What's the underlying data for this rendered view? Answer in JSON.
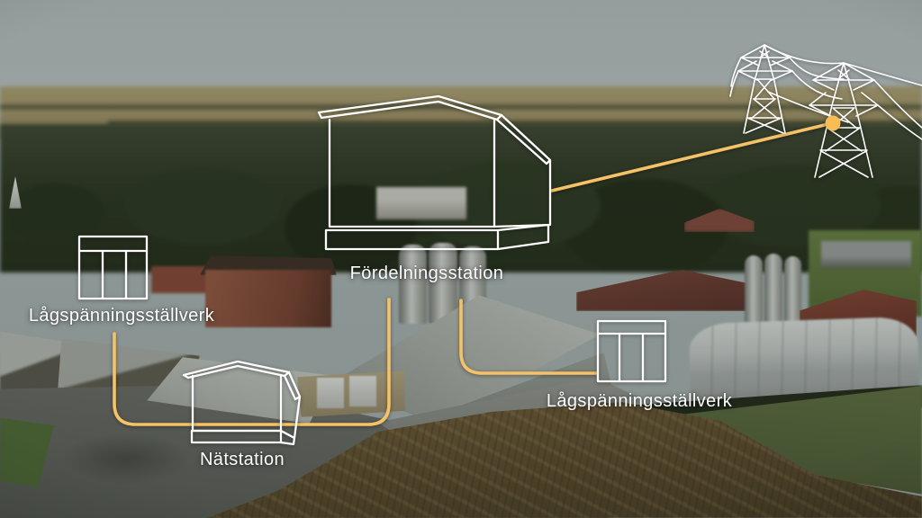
{
  "overlay": {
    "labels": {
      "low_voltage_left": "Lågspänningsställverk",
      "distribution_station": "Fördelningsstation",
      "network_station": "Nätstation",
      "low_voltage_right": "Lågspänningsställverk"
    },
    "icons": {
      "switchgear_left": "low-voltage-switchgear-cabinet-icon",
      "switchgear_right": "low-voltage-switchgear-cabinet-icon",
      "distribution_building": "distribution-station-building-outline-icon",
      "network_building": "network-station-building-outline-icon",
      "pylons": "transmission-towers-icon",
      "connection_point": "grid-connection-dot"
    },
    "colors": {
      "connection_line": "#f6c267",
      "connection_dot": "#f8bd55",
      "outline_white": "#ffffff"
    }
  }
}
